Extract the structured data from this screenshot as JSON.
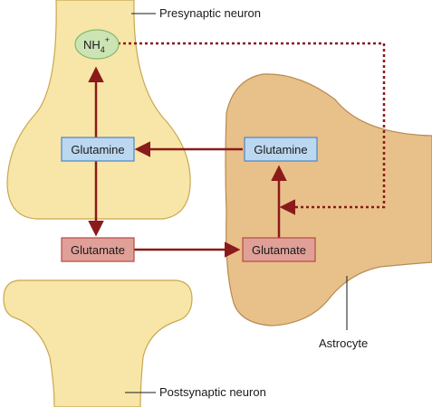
{
  "labels": {
    "presynaptic": "Presynaptic neuron",
    "postsynaptic": "Postsynaptic neuron",
    "astrocyte": "Astrocyte"
  },
  "nodes": {
    "nh4_base": "NH",
    "nh4_sub": "4",
    "nh4_sup": "+",
    "glutamine_pre": "Glutamine",
    "glutamine_astro": "Glutamine",
    "glutamate_pre": "Glutamate",
    "glutamate_astro": "Glutamate"
  },
  "colors": {
    "neuron_fill": "#f8e6a8",
    "neuron_stroke": "#c8a850",
    "astrocyte_fill": "#e8c08a",
    "astrocyte_stroke": "#b88a50",
    "glutamine_fill": "#bcd8f0",
    "glutamine_stroke": "#4d86c2",
    "glutamate_fill": "#e0a098",
    "glutamate_stroke": "#b44a44",
    "nh4_fill": "#cce4b4",
    "nh4_stroke": "#86b86c",
    "arrow": "#8b1a1a"
  }
}
